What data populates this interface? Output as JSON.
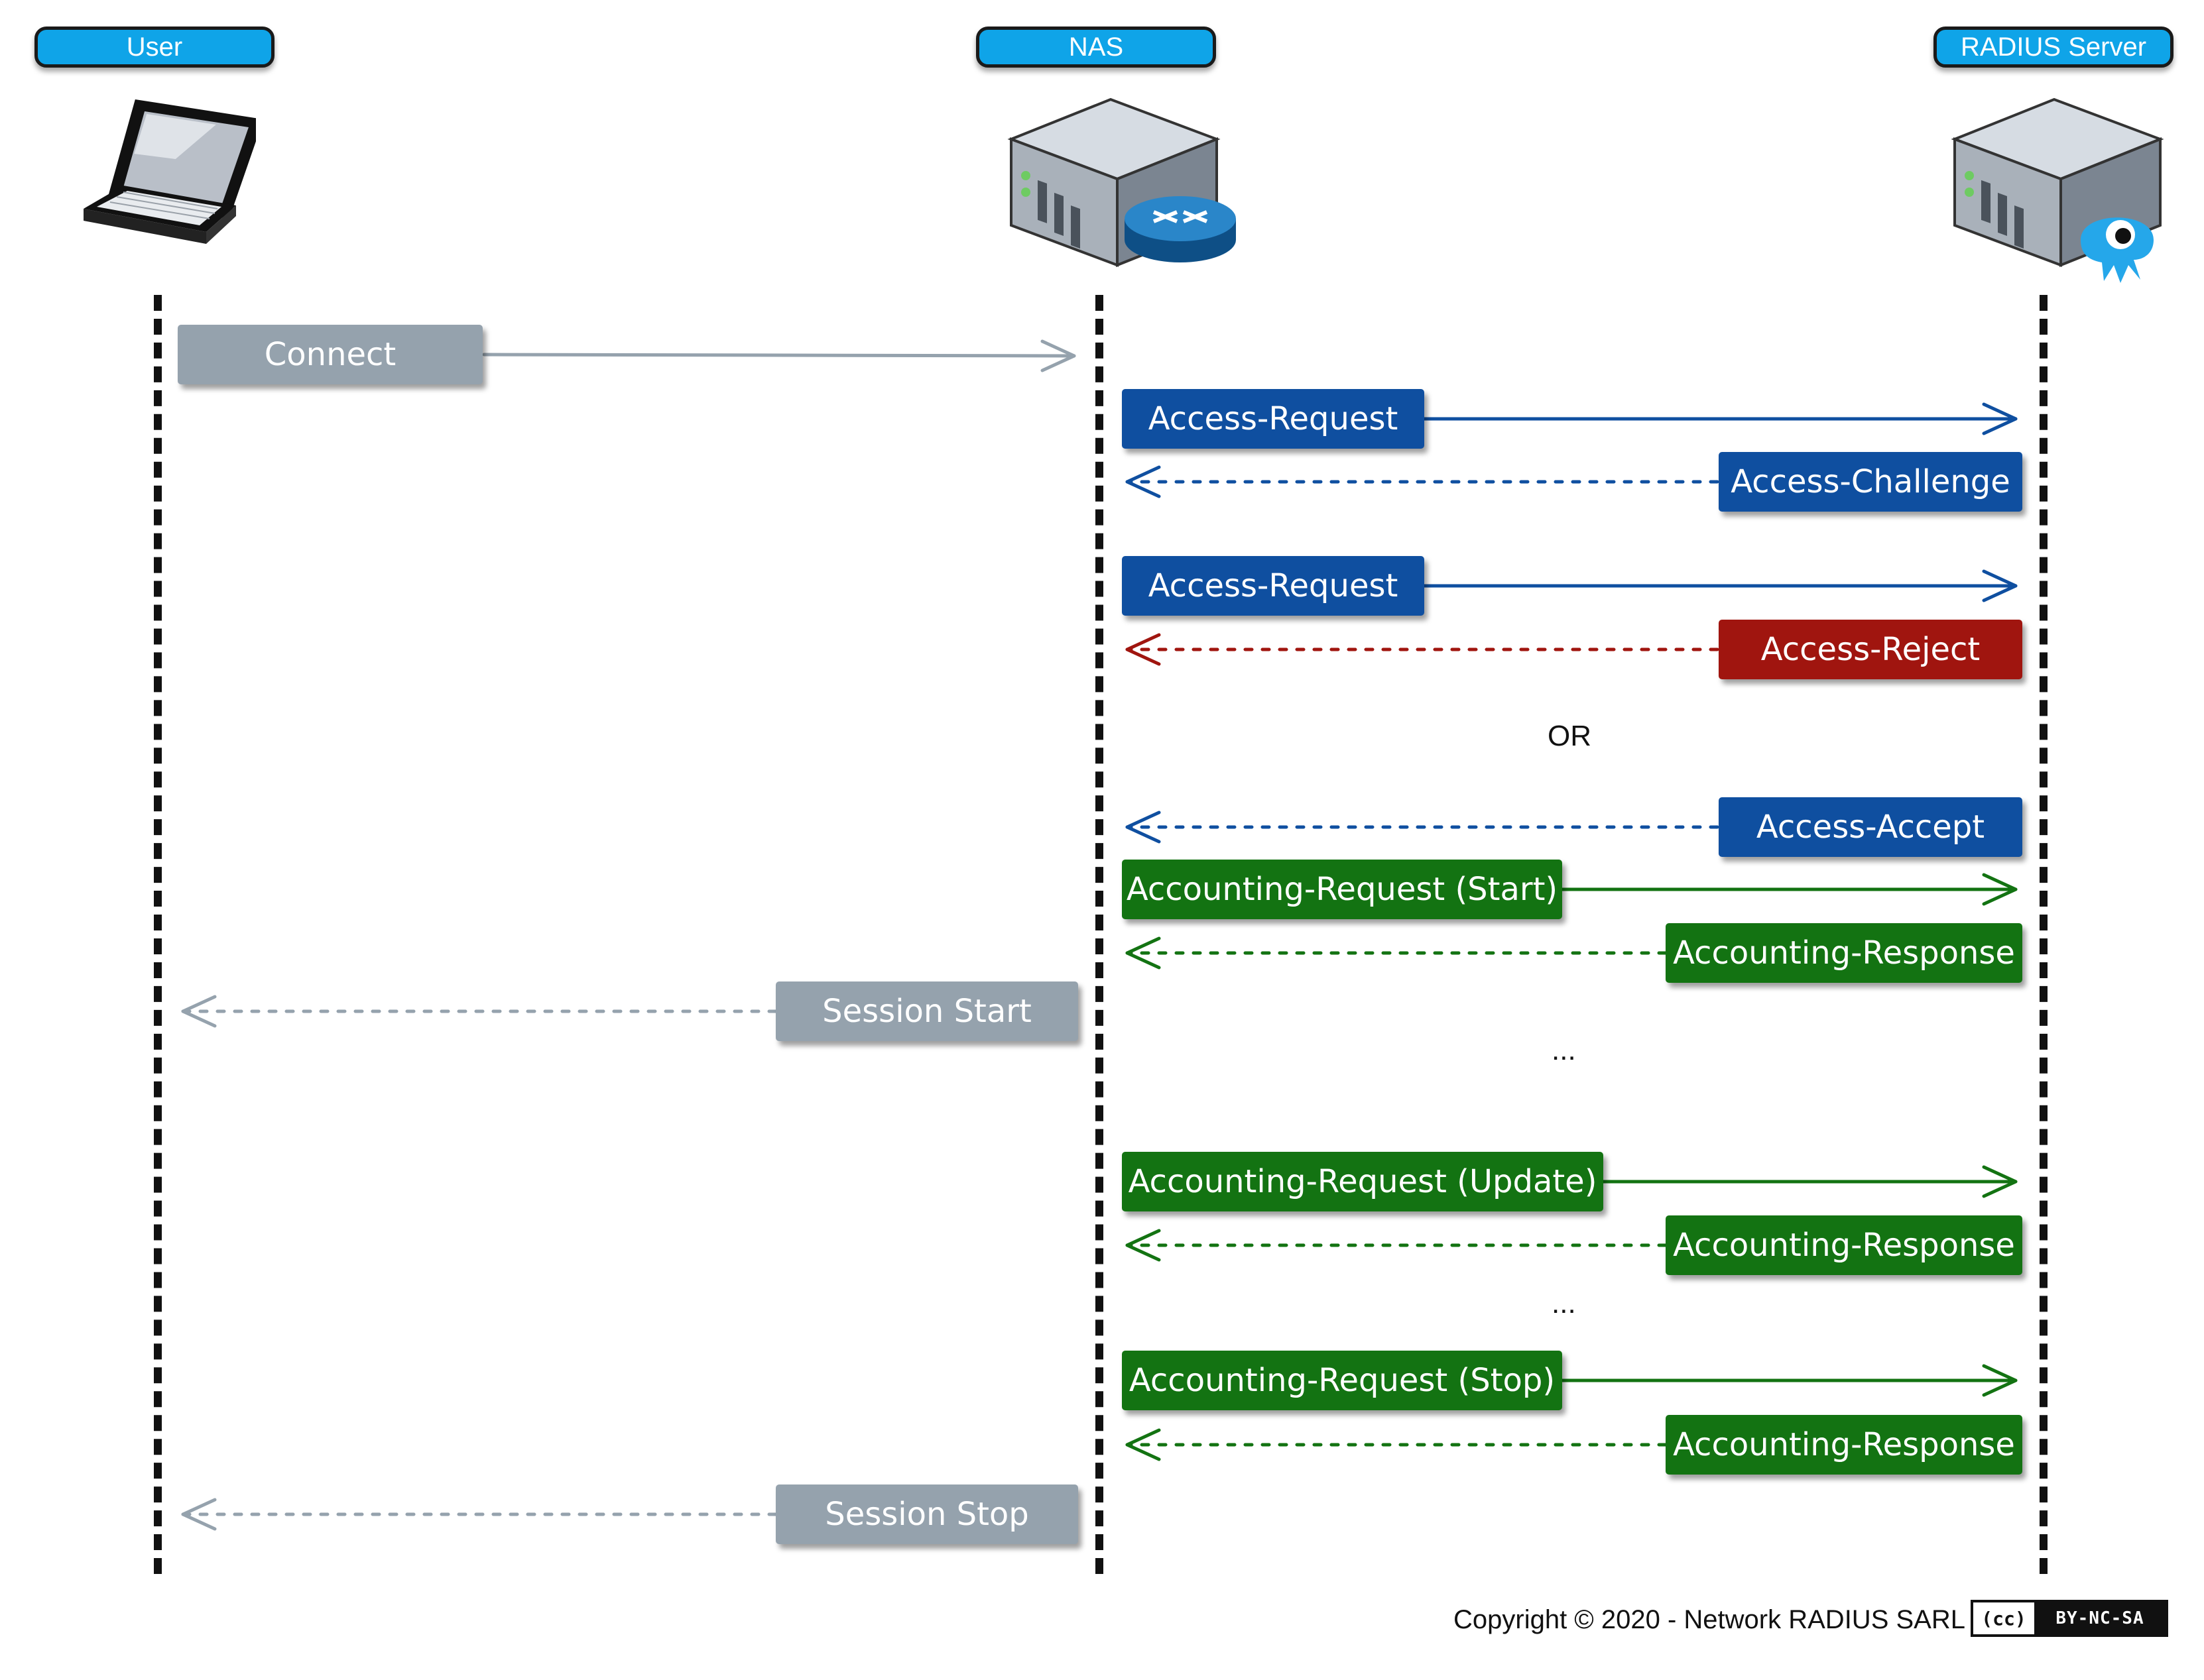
{
  "actors": [
    {
      "id": "user",
      "label": "User"
    },
    {
      "id": "nas",
      "label": "NAS"
    },
    {
      "id": "radius",
      "label": "RADIUS Server"
    }
  ],
  "messages": [
    {
      "label": "Connect",
      "kind": "client"
    },
    {
      "label": "Access-Request",
      "kind": "access"
    },
    {
      "label": "Access-Challenge",
      "kind": "access"
    },
    {
      "label": "Access-Request",
      "kind": "access"
    },
    {
      "label": "Access-Reject",
      "kind": "reject"
    },
    {
      "label": "Access-Accept",
      "kind": "access"
    },
    {
      "label": "Accounting-Request (Start)",
      "kind": "accounting"
    },
    {
      "label": "Accounting-Response",
      "kind": "accounting"
    },
    {
      "label": "Session Start",
      "kind": "client"
    },
    {
      "label": "Accounting-Request (Update)",
      "kind": "accounting"
    },
    {
      "label": "Accounting-Response",
      "kind": "accounting"
    },
    {
      "label": "Accounting-Request (Stop)",
      "kind": "accounting"
    },
    {
      "label": "Accounting-Response",
      "kind": "accounting"
    },
    {
      "label": "Session Stop",
      "kind": "client"
    }
  ],
  "separators": {
    "or": "OR",
    "ellipsis_1": "...",
    "ellipsis_2": "..."
  },
  "footer": {
    "copyright": "Copyright © 2020 - Network RADIUS SARL",
    "license_cc": "(cc)",
    "license_terms": "BY-NC-SA"
  },
  "colors": {
    "access": "#0f4fa0",
    "accounting": "#137312",
    "reject": "#a0150f",
    "client": "#95a2ad",
    "header": "#0fa4e8"
  },
  "icons": [
    "laptop-icon",
    "nas-server-icon",
    "router-icon",
    "radius-server-icon",
    "freeradius-logo-icon"
  ]
}
